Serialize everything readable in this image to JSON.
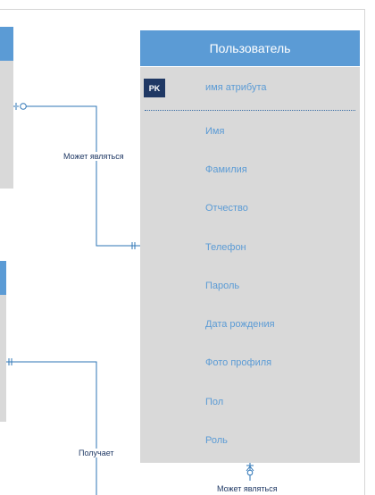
{
  "entity": {
    "title": "Пользователь",
    "pk_badge": "PK",
    "pk_attribute": "имя атрибута",
    "attributes": [
      "Имя",
      "Фамилия",
      "Отчество",
      "Телефон",
      "Пароль",
      "Дата рождения",
      "Фото профиля",
      "Пол",
      "Роль"
    ]
  },
  "relationships": {
    "top_label": "Может являться",
    "middle_label": "Получает",
    "bottom_label": "Может являться"
  },
  "colors": {
    "header": "#5b9bd5",
    "body": "#d9d9d9",
    "pk_badge": "#1f3864",
    "line": "#2e75b6",
    "attribute_text": "#5b9bd5"
  }
}
